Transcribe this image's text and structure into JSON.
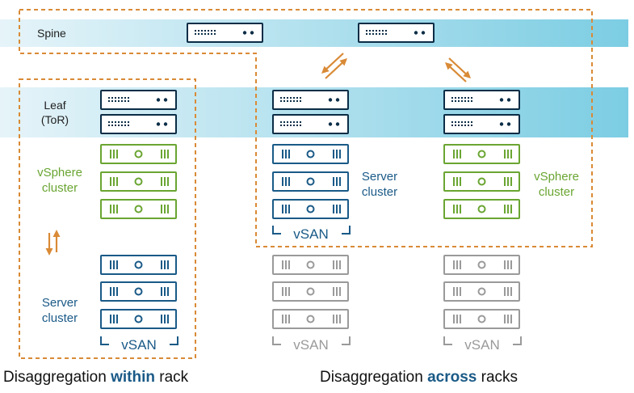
{
  "labels": {
    "spine": "Spine",
    "leaf_line1": "Leaf",
    "leaf_line2": "(ToR)",
    "vsphere_line1": "vSphere",
    "vsphere_line2": "cluster",
    "server_line1": "Server",
    "server_line2": "cluster",
    "vsan": "vSAN"
  },
  "captions": {
    "within": {
      "prefix": "Disaggregation ",
      "emphasis": "within",
      "suffix": " rack"
    },
    "across": {
      "prefix": "Disaggregation ",
      "emphasis": "across",
      "suffix": " racks"
    }
  },
  "colors": {
    "band_light": "#e6f4f9",
    "band_dark": "#7ccde3",
    "switch_navy": "#0b2d46",
    "server_blue": "#1a5a87",
    "vsphere_green": "#6aa532",
    "inactive_gray": "#9a9a9a",
    "dashed_orange": "#d98a36",
    "arrow_orange": "#d98a36"
  },
  "icons": {
    "switch": "network-switch-icon",
    "server": "rack-server-icon",
    "arrow": "bidirectional-arrow-icon"
  }
}
